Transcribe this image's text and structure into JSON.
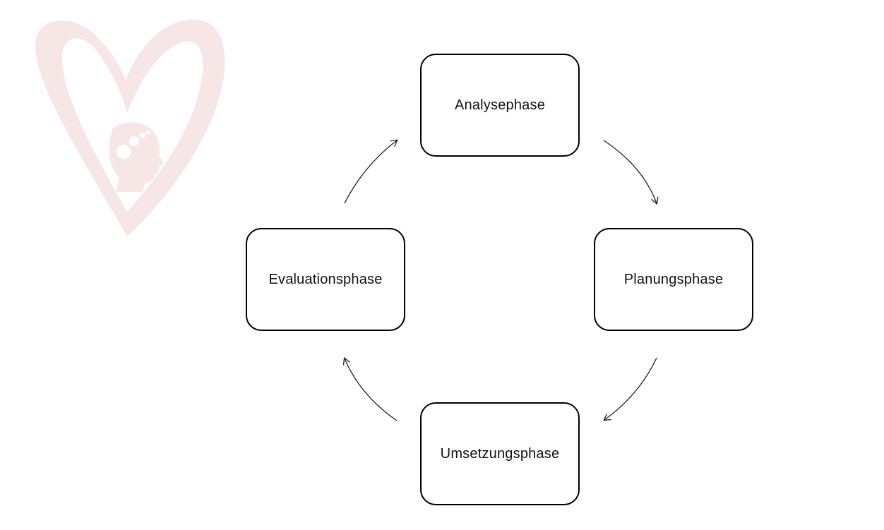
{
  "diagram": {
    "type": "cycle",
    "nodes": [
      {
        "id": "analyse",
        "label": "Analysephase"
      },
      {
        "id": "planung",
        "label": "Planungsphase"
      },
      {
        "id": "umsetzung",
        "label": "Umsetzungsphase"
      },
      {
        "id": "evaluation",
        "label": "Evaluationsphase"
      }
    ],
    "edges": [
      {
        "from": "analyse",
        "to": "planung"
      },
      {
        "from": "planung",
        "to": "umsetzung"
      },
      {
        "from": "umsetzung",
        "to": "evaluation"
      },
      {
        "from": "evaluation",
        "to": "analyse"
      }
    ]
  },
  "watermark": {
    "icon": "heart-head-gears-logo",
    "color": "#f7e6e6"
  }
}
